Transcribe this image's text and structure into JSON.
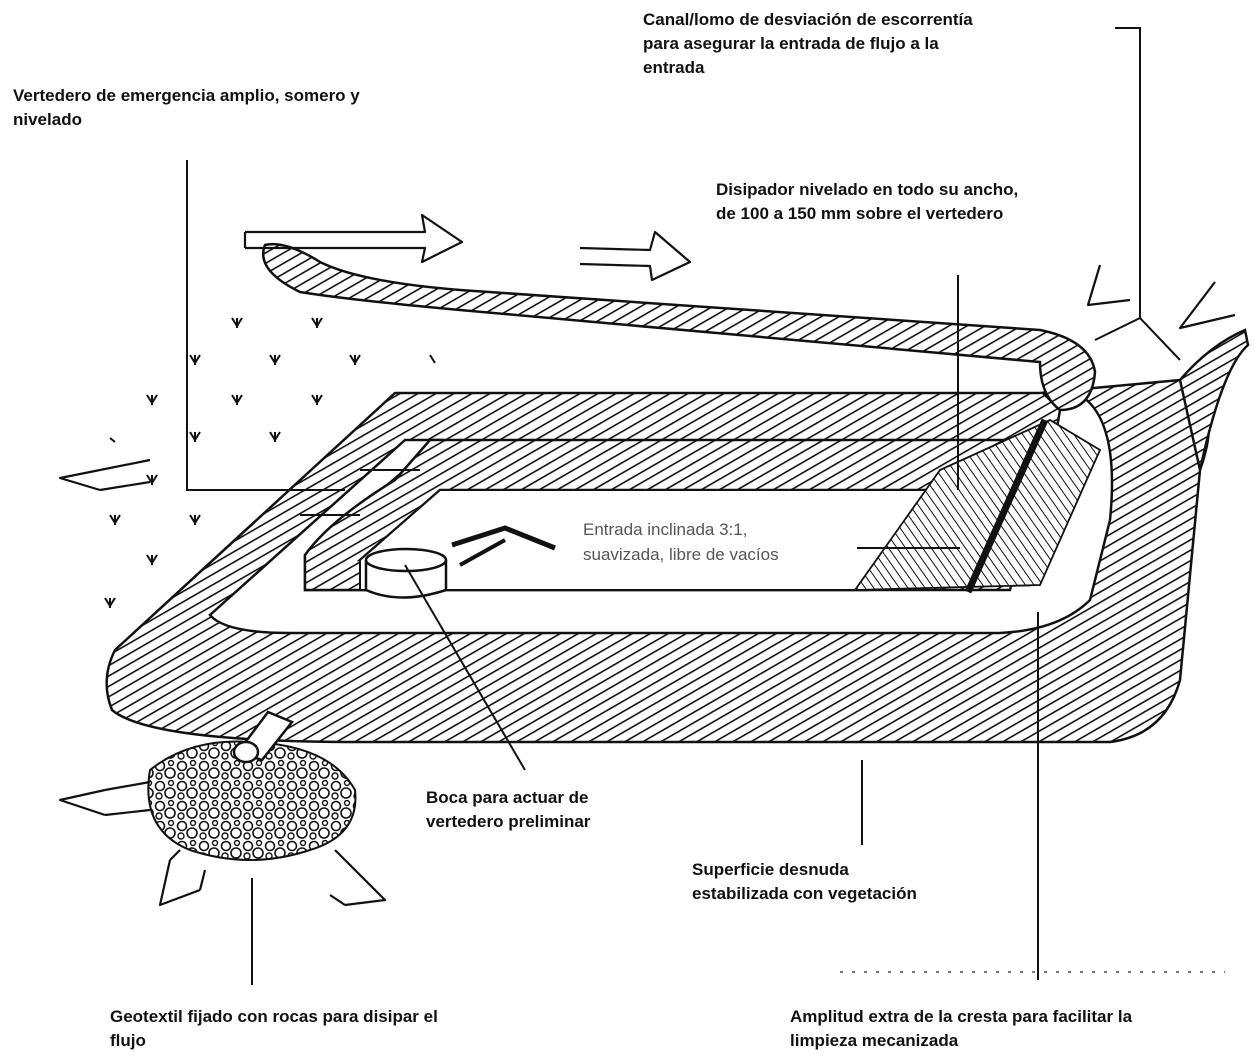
{
  "labels": {
    "channel": [
      "Canal/lomo de desviación de escorrentía",
      "para asegurar la entrada de flujo a la",
      "entrada"
    ],
    "spillway": [
      "Vertedero de emergencia amplio, somero y",
      "nivelado"
    ],
    "dissipator": [
      "Disipador nivelado en todo su ancho,",
      "de 100 a 150 mm sobre el vertedero"
    ],
    "inlet": [
      "Entrada inclinada 3:1,",
      "suavizada, libre de vacíos"
    ],
    "mouth": [
      "Boca para actuar de",
      "vertedero preliminar"
    ],
    "surface": [
      "Superficie desnuda",
      "estabilizada con vegetación"
    ],
    "geotextile": [
      "Geotextil fijado con rocas para disipar el",
      "flujo"
    ],
    "crest": [
      "Amplitud extra de la cresta para facilitar la",
      "limpieza mecanizada"
    ]
  },
  "colors": {
    "ink": "#111111",
    "soft": "#555555",
    "background": "#ffffff"
  }
}
